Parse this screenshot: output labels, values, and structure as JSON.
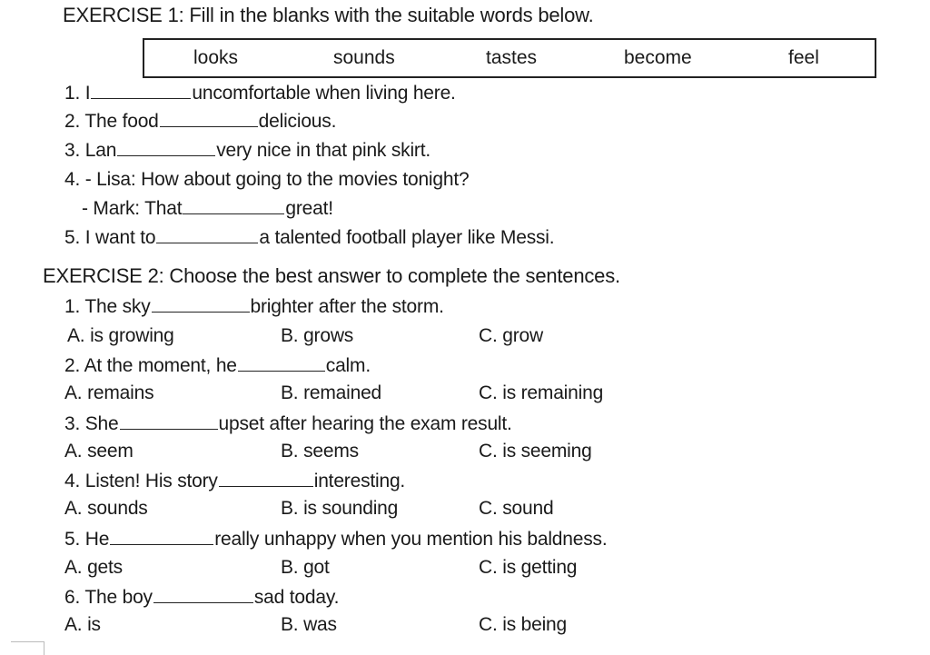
{
  "ex1": {
    "title": "EXERCISE 1: Fill in the blanks with the suitable words below.",
    "words": [
      "looks",
      "sounds",
      "tastes",
      "become",
      "feel"
    ],
    "items": [
      {
        "a": "1. I",
        "b": "uncomfortable when living here."
      },
      {
        "a": "2. The food",
        "b": "delicious."
      },
      {
        "a": "3. Lan",
        "b": "very nice in that pink skirt."
      },
      {
        "a": "4. - Lisa: How about going to the movies tonight?",
        "b": ""
      },
      {
        "a": "- Mark: That",
        "b": "great!"
      },
      {
        "a": "5. I want to",
        "b": "a talented football player like Messi."
      }
    ]
  },
  "ex2": {
    "title": "EXERCISE 2: Choose the best answer to complete the sentences.",
    "questions": [
      {
        "a": "1. The sky",
        "b": "brighter after the storm.",
        "opts": [
          "A. is growing",
          "B. grows",
          "C. grow"
        ]
      },
      {
        "a": "2. At the moment, he",
        "b": "calm.",
        "opts": [
          "A. remains",
          "B. remained",
          "C. is remaining"
        ]
      },
      {
        "a": "3. She",
        "b": "upset after hearing the exam result.",
        "opts": [
          "A. seem",
          "B. seems",
          "C. is seeming"
        ]
      },
      {
        "a": "4. Listen! His story",
        "b": "interesting.",
        "opts": [
          "A. sounds",
          "B. is sounding",
          "C. sound"
        ]
      },
      {
        "a": "5. He",
        "b": "really unhappy when you mention his baldness.",
        "opts": [
          "A. gets",
          "B. got",
          "C. is getting"
        ]
      },
      {
        "a": "6.  The boy",
        "b": "sad today.",
        "opts": [
          "A. is",
          "B. was",
          "C. is being"
        ]
      }
    ]
  }
}
